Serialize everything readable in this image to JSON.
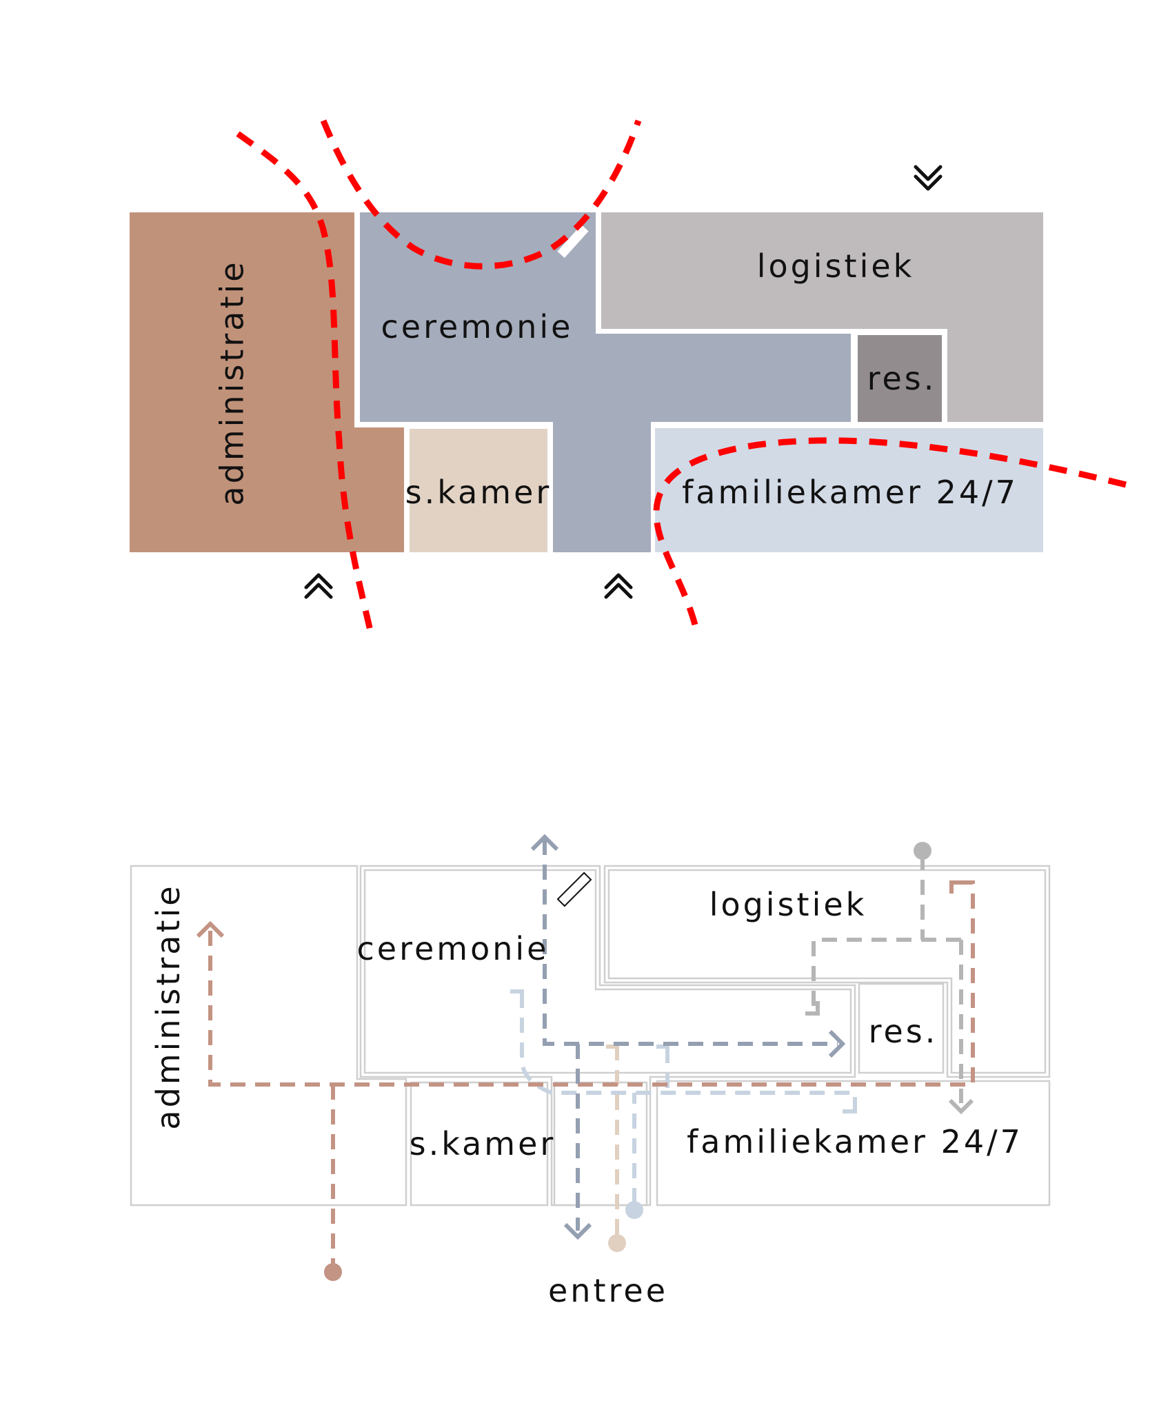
{
  "diagrams": [
    {
      "id": "zoning",
      "description": "Functional zoning plan with red dashed zone boundaries",
      "rooms": [
        {
          "key": "administratie",
          "label": "administratie",
          "color": "#c1927a"
        },
        {
          "key": "ceremonie",
          "label": "ceremonie",
          "color": "#a5acbc"
        },
        {
          "key": "logistiek",
          "label": "logistiek",
          "color": "#bfbbbc"
        },
        {
          "key": "res",
          "label": "res.",
          "color": "#928c8e"
        },
        {
          "key": "skamer",
          "label": "s.kamer",
          "color": "#e2d2c3"
        },
        {
          "key": "familiekamer",
          "label": "familiekamer 24/7",
          "color": "#d2dae6"
        }
      ],
      "zone_line_color": "#ff0000",
      "access_markers": [
        {
          "icon": "double-chevron-up-icon",
          "near": "administratie"
        },
        {
          "icon": "double-chevron-up-icon",
          "near": "corridor"
        },
        {
          "icon": "double-chevron-down-icon",
          "near": "logistiek"
        }
      ]
    },
    {
      "id": "routing",
      "description": "Circulation routes plan",
      "rooms": [
        {
          "key": "administratie",
          "label": "administratie"
        },
        {
          "key": "ceremonie",
          "label": "ceremonie"
        },
        {
          "key": "logistiek",
          "label": "logistiek"
        },
        {
          "key": "res",
          "label": "res."
        },
        {
          "key": "skamer",
          "label": "s.kamer"
        },
        {
          "key": "familiekamer",
          "label": "familiekamer 24/7"
        }
      ],
      "entrance_label": "entree",
      "outline_color": "#cfcfcf",
      "routes": [
        {
          "name": "administratie-route",
          "color": "#c39383"
        },
        {
          "name": "ceremonie-route",
          "color": "#949fb1"
        },
        {
          "name": "bezoeker-route",
          "color": "#e1cfbf"
        },
        {
          "name": "familie-route",
          "color": "#c7d3e0"
        },
        {
          "name": "logistiek-route",
          "color": "#b5b5b5"
        }
      ]
    }
  ]
}
